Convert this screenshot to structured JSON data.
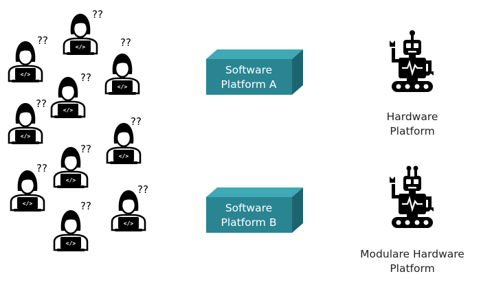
{
  "developers": {
    "question_mark": "??",
    "code_symbol": "</>",
    "count": 10,
    "icon": "developer-laptop-icon"
  },
  "platforms": [
    {
      "line1": "Software",
      "line2": "Platform A"
    },
    {
      "line1": "Software",
      "line2": "Platform B"
    }
  ],
  "robots": [
    {
      "line1": "Hardware",
      "line2": "Platform",
      "icon": "robot-icon"
    },
    {
      "line1": "Modulare Hardware",
      "line2": "Platform",
      "icon": "modular-robot-icon"
    }
  ],
  "colors": {
    "box_front": "#2a8593",
    "box_top": "#3fa9b5",
    "box_side": "#1c6470",
    "ink": "#000000"
  }
}
